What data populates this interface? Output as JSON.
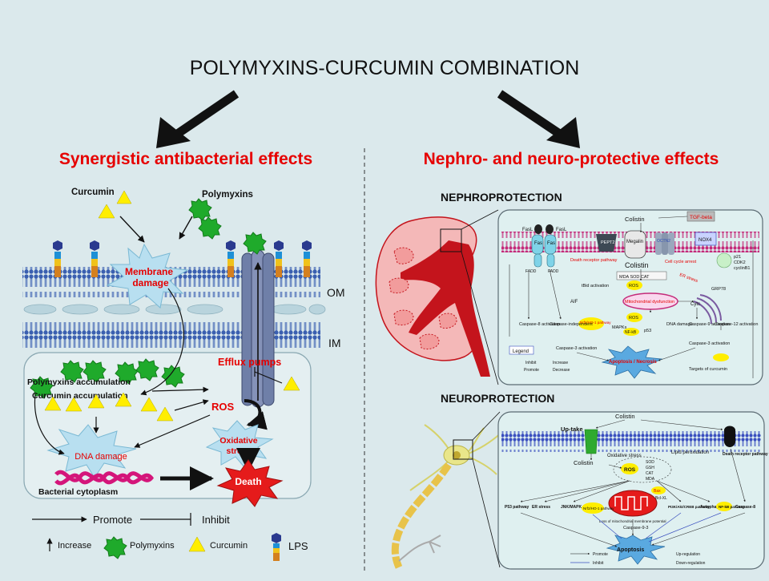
{
  "title": "POLYMYXINS-CURCUMIN COMBINATION",
  "left": {
    "heading": "Synergistic antibacterial effects",
    "labels": {
      "curcumin": "Curcumin",
      "polymyxins": "Polymyxins",
      "membrane_damage_1": "Membrane",
      "membrane_damage_2": "damage",
      "om": "OM",
      "im": "IM",
      "efflux": "Efflux pumps",
      "polymyxins_accumulation": "Polymyxins accumulation",
      "curcumin_accumulation": "Curcumin accumulation",
      "ros": "ROS",
      "oxidative_1": "Oxidative",
      "oxidative_2": "stress",
      "dna_damage": "DNA damage",
      "death": "Death",
      "bacterial_cytoplasm": "Bacterial cytoplasm"
    },
    "legend": {
      "promote": "Promote",
      "inhibit": "Inhibit",
      "increase": "Increase",
      "polymyxins": "Polymyxins",
      "curcumin": "Curcumin",
      "lps": "LPS"
    }
  },
  "right": {
    "heading": "Nephro- and neuro-protective effects",
    "nephro": {
      "title": "NEPHROPROTECTION",
      "labels": {
        "colistin_top": "Colistin",
        "tgf": "TGF-beta",
        "fasl1": "FasL",
        "fasl2": "FasL",
        "fas1": "Fas",
        "fas2": "Fas",
        "pept2": "PEPT2",
        "megalin": "Megalin",
        "oct": "OCTN2",
        "nox4": "NOX4",
        "fadd1": "FADD",
        "fadd2": "FADD",
        "death_receptor": "Death receptor pathway",
        "colistin_mid": "Colistin",
        "cell_cycle": "Cell cycle arrest",
        "p21": "p21",
        "cdk2": "CDK2",
        "cyclin": "cyclinB1",
        "mda_sod_cat": "MDA  SOD  CAT",
        "er_stress": "ER stress",
        "grp78": "GRP78",
        "tbid": "tBid activation",
        "ros1": "ROS",
        "mito": "Mitochondrial dysfunction",
        "aif": "AIF",
        "cytc": "Cytc",
        "ros2": "ROS",
        "nrf2": "Nrf2/HO-1 pathway",
        "nfkb": "NF-kB",
        "p53": "p53",
        "mapks": "MAPKs",
        "caspase8": "Caspase-8 activation",
        "caspase_ind": "Caspase-independent",
        "dna_damage": "DNA damage",
        "caspase9": "Caspase-9 activation",
        "caspase12": "Caspase-12 activation",
        "caspase3a": "Caspase-3 activation",
        "caspase3b": "Caspase-3 activation",
        "apoptosis": "Apoptosis / Necrosis",
        "legend": "Legend",
        "inhibit": "Inhibit",
        "increase": "Increase",
        "promote": "Promote",
        "decrease": "Decrease",
        "targets": "Targets of curcumin"
      }
    },
    "neuro": {
      "title": "NEUROPROTECTION",
      "labels": {
        "colistin_top": "Colistin",
        "uptake": "Up-take",
        "death_receptor": "Death receptor pathway",
        "colistin_in": "Colistin",
        "oxidative": "Oxidative stress",
        "lipid": "Lipid peroxidation",
        "ros": "ROS",
        "sod": "SOD",
        "gsh": "GSH",
        "cat": "CAT",
        "mda": "MDA",
        "bax": "Bax",
        "bcl": "Bcl-XL",
        "loss": "Loss of mitochondrial membrane potential",
        "p53": "P53 pathway",
        "er": "ER stress",
        "jnk": "JNK/MAPK pathway",
        "nrf2": "Nrf2/HO-1 pathway",
        "pi3k": "PI3K/Akt/CREB pathway",
        "autophagy": "Autophagy",
        "nfkb": "NF-kB pathway",
        "caspase8": "Caspase-8",
        "caspase93": "Caspase-9-3",
        "apoptosis": "Apoptosis",
        "promote": "Promote",
        "inhibit": "Inhibit",
        "up": "Up-regulation",
        "down": "Down-regulation"
      }
    }
  },
  "colors": {
    "background": "#dbe9ec",
    "heading_red": "#e60000",
    "membrane_blue": "#3a5fb0",
    "polymyxin_green": "#1faa2b",
    "curcumin_yellow": "#ffee00",
    "death_red": "#e51b1b",
    "dna_pink": "#d4157a",
    "kidney_red": "#c4141c"
  }
}
